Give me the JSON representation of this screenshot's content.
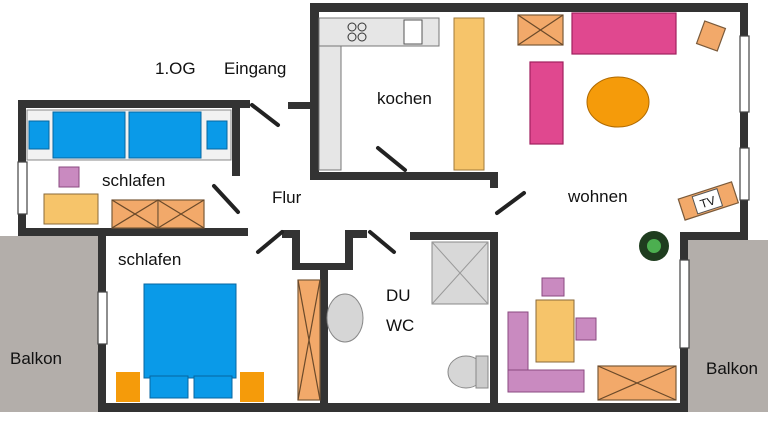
{
  "plan": {
    "floor_label": "1.OG",
    "entrance_label": "Eingang",
    "rooms": {
      "kitchen": "kochen",
      "living": "wohnen",
      "bedroom_1": "schlafen",
      "bedroom_2": "schlafen",
      "hallway": "Flur",
      "bathroom_line1": "DU",
      "bathroom_line2": "WC",
      "balcony_left": "Balkon",
      "balcony_right": "Balkon"
    },
    "tv_label": "TV"
  },
  "colors": {
    "wall": "#333333",
    "bed": "#0a9ae8",
    "sofa": "#e0488f",
    "table": "#f59b0a",
    "counter": "#f6c46a",
    "balcony": "#b3aeaa"
  }
}
